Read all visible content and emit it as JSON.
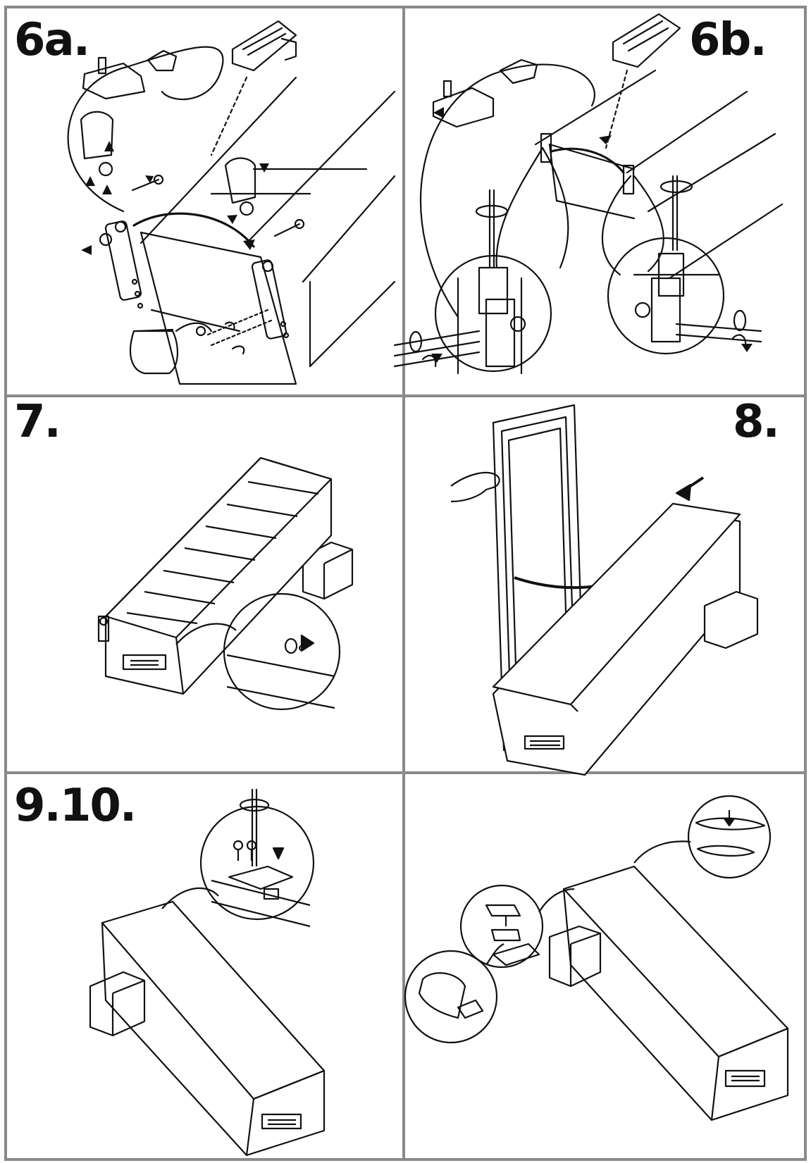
{
  "panels": [
    {
      "id": "6a",
      "label": "6a."
    },
    {
      "id": "6b",
      "label": "6b."
    },
    {
      "id": "7",
      "label": "7."
    },
    {
      "id": "8",
      "label": "8."
    },
    {
      "id": "910",
      "label": "9.10."
    },
    {
      "id": "11",
      "label": ""
    }
  ],
  "colors": {
    "frame": "#8a8a8a",
    "ink": "#111111",
    "paper": "#ffffff",
    "shade": "#dddddd"
  }
}
